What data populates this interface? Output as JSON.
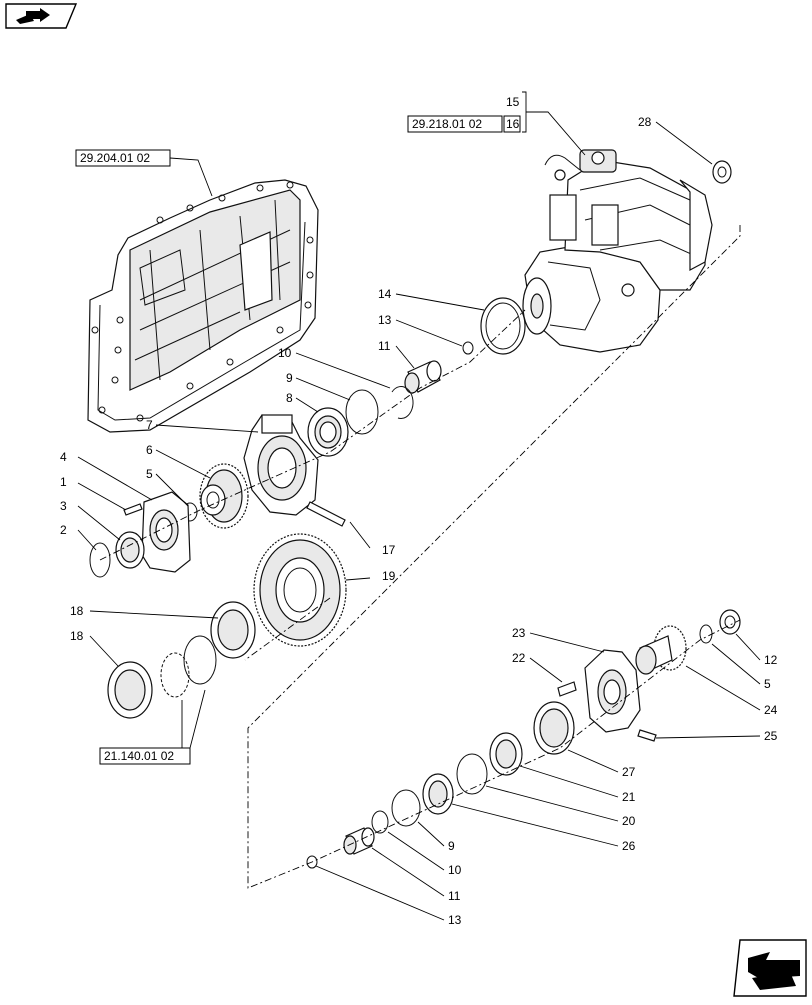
{
  "nav": {
    "top_icon": "book-nav-icon",
    "bottom_icon": "next-page-arrow-icon"
  },
  "references": {
    "housing": "29.204.01 02",
    "pump": "29.218.01 02",
    "pump_items": [
      "15",
      "16"
    ],
    "rings": "21.140.01 02"
  },
  "callouts": [
    "1",
    "2",
    "3",
    "4",
    "5",
    "6",
    "7",
    "8",
    "9",
    "10",
    "11",
    "13",
    "14",
    "17",
    "18",
    "18",
    "19",
    "28",
    "23",
    "22",
    "12",
    "5",
    "24",
    "25",
    "27",
    "21",
    "20",
    "26",
    "9",
    "10",
    "11",
    "13"
  ]
}
